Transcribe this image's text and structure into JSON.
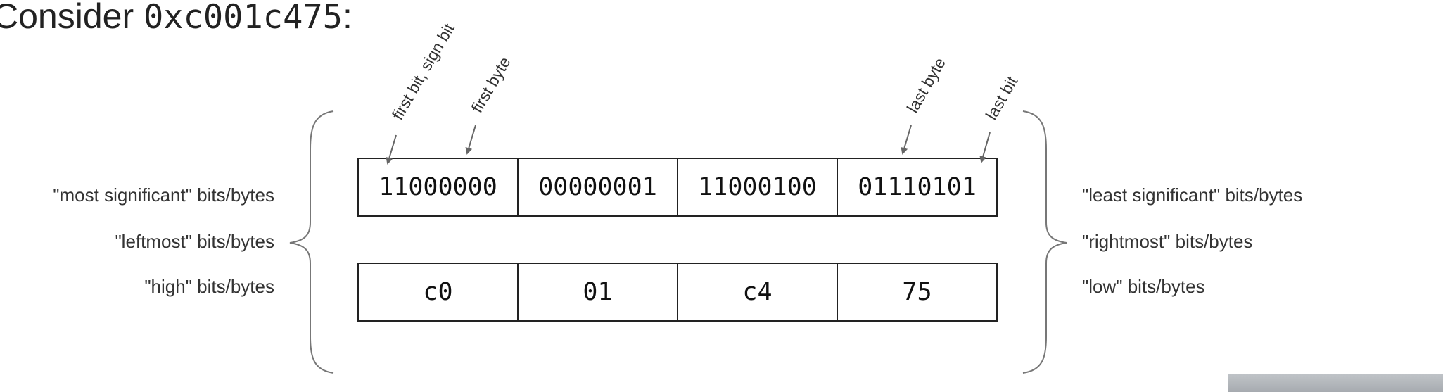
{
  "heading": {
    "prefix": "Consider ",
    "code": "0xc001c475",
    "suffix": ":"
  },
  "bits_row": [
    "11000000",
    "00000001",
    "11000100",
    "01110101"
  ],
  "hex_row": [
    "c0",
    "01",
    "c4",
    "75"
  ],
  "left_labels": [
    "\"most significant\" bits/bytes",
    "\"leftmost\" bits/bytes",
    "\"high\" bits/bytes"
  ],
  "right_labels": [
    "\"least significant\" bits/bytes",
    "\"rightmost\" bits/bytes",
    "\"low\" bits/bytes"
  ],
  "annotations": {
    "first_bit": "first bit, sign bit",
    "first_byte": "first byte",
    "last_byte": "last byte",
    "last_bit": "last bit"
  },
  "colors": {
    "line": "#222222",
    "arrow": "#666666",
    "brace": "#777777"
  }
}
